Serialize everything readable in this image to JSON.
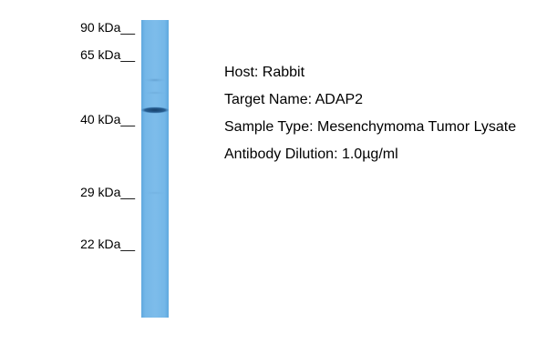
{
  "markers": [
    {
      "label": "90 kDa__"
    },
    {
      "label": "65 kDa__"
    },
    {
      "label": "40 kDa__"
    },
    {
      "label": "29 kDa__"
    },
    {
      "label": "22 kDa__"
    }
  ],
  "info": {
    "host": "Host: Rabbit",
    "target": "Target Name: ADAP2",
    "sample": "Sample Type: Mesenchymoma Tumor Lysate",
    "dilution": "Antibody Dilution: 1.0µg/ml"
  },
  "colors": {
    "lane": "#74b7e8",
    "lane_edge": "#5fa8de",
    "band_strong": "#17406b",
    "band_faint": "#5d98c9"
  }
}
